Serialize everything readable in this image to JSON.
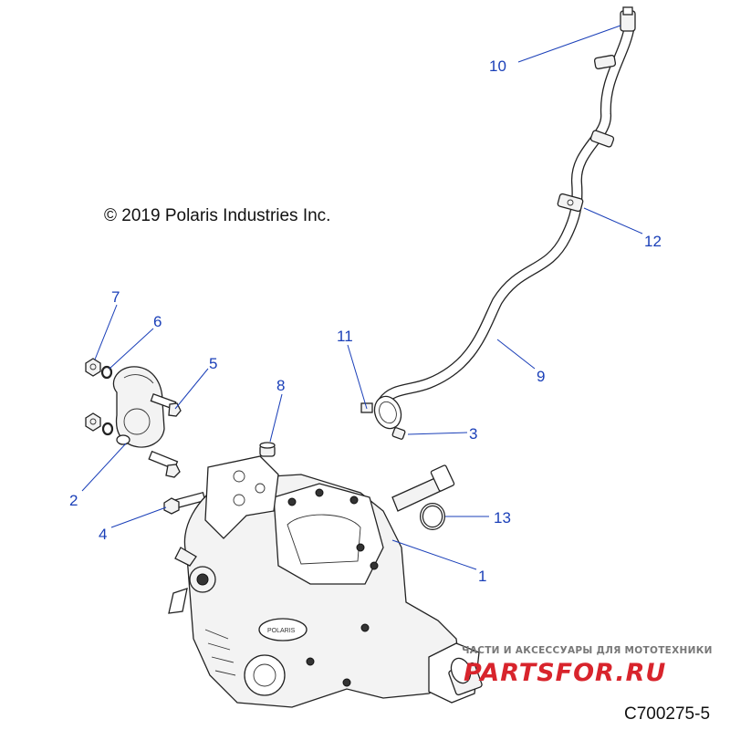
{
  "copyright": "© 2019 Polaris Industries Inc.",
  "figure_id": "C700275-5",
  "watermark": {
    "tagline": "ЧАСТИ И АКСЕССУАРЫ ДЛЯ МОТОТЕХНИКИ",
    "brand": "PARTSFOR.RU"
  },
  "callouts": [
    {
      "id": "c1",
      "label": "1"
    },
    {
      "id": "c2",
      "label": "2"
    },
    {
      "id": "c3",
      "label": "3"
    },
    {
      "id": "c4",
      "label": "4"
    },
    {
      "id": "c5",
      "label": "5"
    },
    {
      "id": "c6",
      "label": "6"
    },
    {
      "id": "c7",
      "label": "7"
    },
    {
      "id": "c8",
      "label": "8"
    },
    {
      "id": "c9",
      "label": "9"
    },
    {
      "id": "c10",
      "label": "10"
    },
    {
      "id": "c11",
      "label": "11"
    },
    {
      "id": "c12",
      "label": "12"
    },
    {
      "id": "c13",
      "label": "13"
    }
  ],
  "colors": {
    "callout": "#1a3fb8",
    "watermark_brand": "#d8242c",
    "watermark_tagline": "#777777"
  }
}
